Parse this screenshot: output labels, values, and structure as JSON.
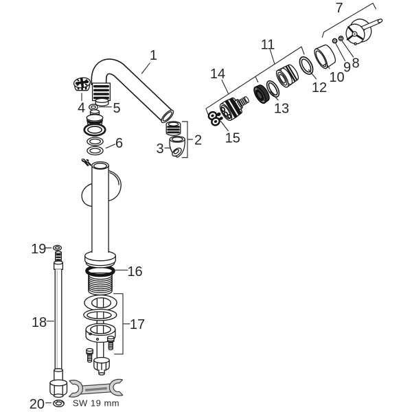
{
  "diagram": {
    "part_labels": {
      "p1": "1",
      "p2": "2",
      "p3": "3",
      "p4": "4",
      "p5": "5",
      "p6": "6",
      "p7": "7",
      "p8": "8",
      "p9": "9",
      "p10": "10",
      "p11": "11",
      "p12": "12",
      "p13": "13",
      "p14": "14",
      "p15": "15",
      "p16": "16",
      "p17": "17",
      "p18": "18",
      "p19": "19",
      "p20": "20"
    },
    "wrench_size_label": "SW 19 mm",
    "colors": {
      "background": "#ffffff",
      "line": "#1a1a1a",
      "label_text": "#262626",
      "wrench_fill": "#d2d2d2",
      "wrench_stroke": "#3c3c3c"
    }
  }
}
